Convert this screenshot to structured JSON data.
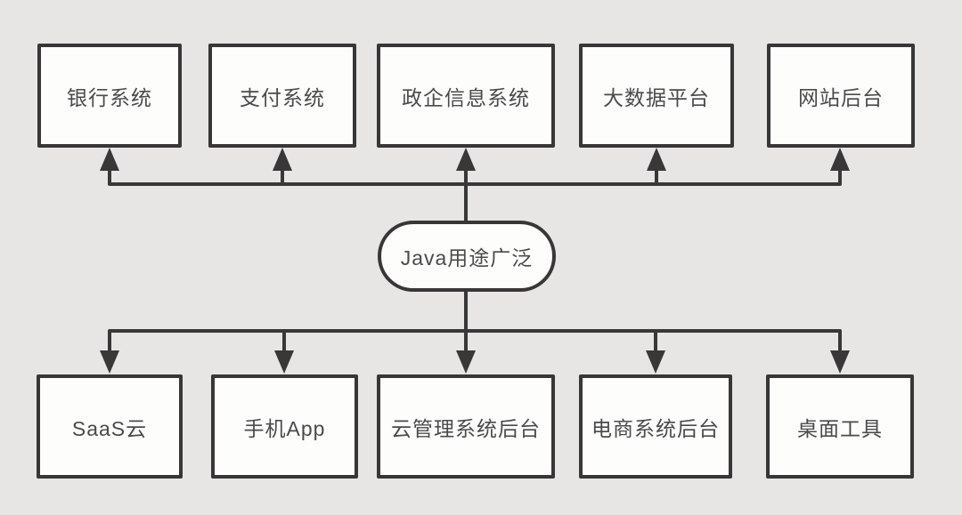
{
  "diagram": {
    "center": {
      "label": "Java用途广泛"
    },
    "top_row": [
      {
        "label": "银行系统"
      },
      {
        "label": "支付系统"
      },
      {
        "label": "政企信息系统"
      },
      {
        "label": "大数据平台"
      },
      {
        "label": "网站后台"
      }
    ],
    "bottom_row": [
      {
        "label": "SaaS云"
      },
      {
        "label": "手机App"
      },
      {
        "label": "云管理系统后台"
      },
      {
        "label": "电商系统后台"
      },
      {
        "label": "桌面工具"
      }
    ],
    "colors": {
      "background": "#e7e6e4",
      "node_fill": "#fdfdfc",
      "stroke": "#373737",
      "text": "#4a4a4a"
    }
  }
}
